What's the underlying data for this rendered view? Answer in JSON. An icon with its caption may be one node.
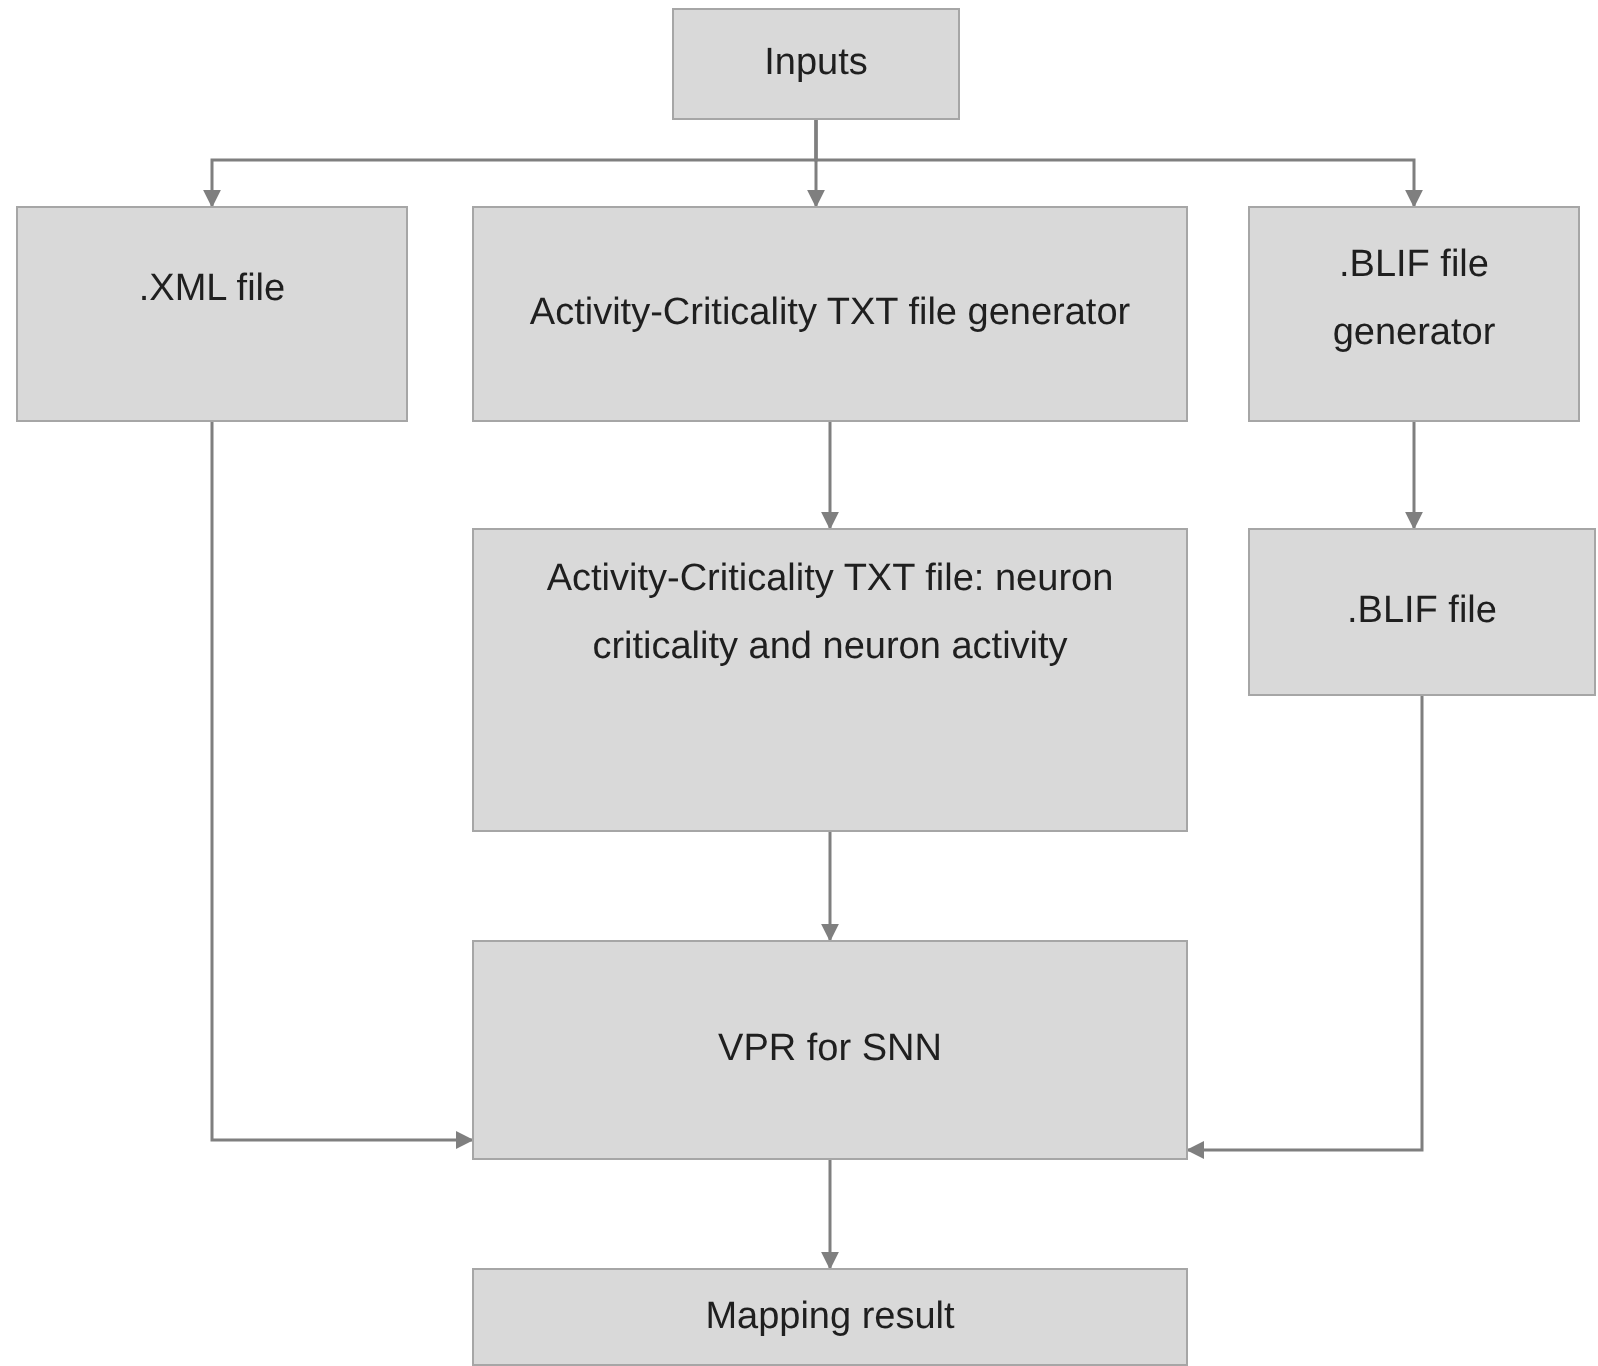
{
  "diagram": {
    "nodes": [
      {
        "text": [
          "Inputs"
        ]
      },
      {
        "text": [
          ".XML file"
        ]
      },
      {
        "text": [
          "Activity-Criticality TXT file generator"
        ]
      },
      {
        "text": [
          ".BLIF file generator"
        ]
      },
      {
        "text": [
          "Activity-Criticality TXT file: neuron criticality and neuron activity"
        ]
      },
      {
        "text": [
          ".BLIF file"
        ]
      },
      {
        "text": [
          "VPR for SNN"
        ]
      },
      {
        "text": [
          "Mapping result"
        ]
      }
    ],
    "edges": [
      {
        "from": 0,
        "to": 1,
        "arrow": "to"
      },
      {
        "from": 0,
        "to": 2,
        "arrow": "to"
      },
      {
        "from": 0,
        "to": 3,
        "arrow": "to"
      },
      {
        "from": 2,
        "to": 4,
        "arrow": "to"
      },
      {
        "from": 3,
        "to": 5,
        "arrow": "to"
      },
      {
        "from": 1,
        "to": 6,
        "arrow": "to"
      },
      {
        "from": 4,
        "to": 6,
        "arrow": "to"
      },
      {
        "from": 5,
        "to": 6,
        "arrow": "to"
      },
      {
        "from": 6,
        "to": 7,
        "arrow": "to"
      }
    ]
  }
}
